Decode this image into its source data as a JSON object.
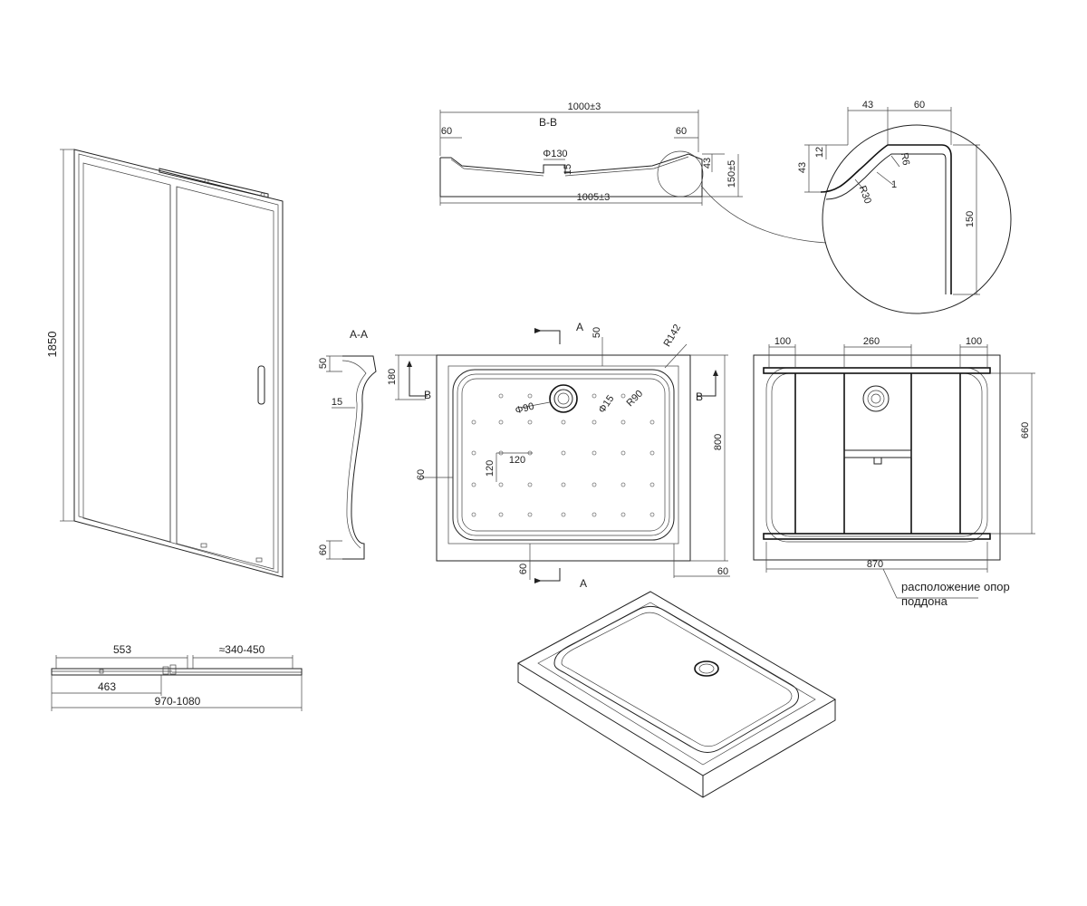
{
  "door": {
    "height": "1850",
    "top_dim_left": "553",
    "top_dim_right": "≈340-450",
    "top_dim_inner": "463",
    "top_dim_total": "970-1080"
  },
  "section_bb": {
    "title": "B-B",
    "width_top": "1000±3",
    "width_bottom": "1005±3",
    "rim_left": "60",
    "rim_right": "60",
    "drain": "Φ130",
    "drain_depth": "15",
    "height_rim": "43",
    "height_total": "150±5"
  },
  "detail": {
    "dim_43_top": "43",
    "dim_60_top": "60",
    "dim_43_side": "43",
    "dim_12": "12",
    "r6": "R6",
    "r30": "R30",
    "dim_1": "1",
    "dim_150": "150"
  },
  "section_aa": {
    "title": "A-A",
    "dim_50": "50",
    "dim_15": "15",
    "dim_60": "60"
  },
  "plan": {
    "label_a_top": "A",
    "label_a_bottom": "A",
    "label_b_left": "B",
    "label_b_right": "B",
    "dim_50": "50",
    "r142": "R142",
    "dim_180": "180",
    "d90": "Φ90",
    "d15": "Φ15",
    "r90": "R90",
    "dim_800": "800",
    "dim_60_left": "60",
    "dim_120_h": "120",
    "dim_120_v": "120",
    "dim_60_bottom": "60",
    "dim_60_right": "60"
  },
  "supports": {
    "dim_100_left": "100",
    "dim_260": "260",
    "dim_100_right": "100",
    "dim_660": "660",
    "dim_870": "870",
    "caption_line1": "расположение опор",
    "caption_line2": "поддона"
  }
}
